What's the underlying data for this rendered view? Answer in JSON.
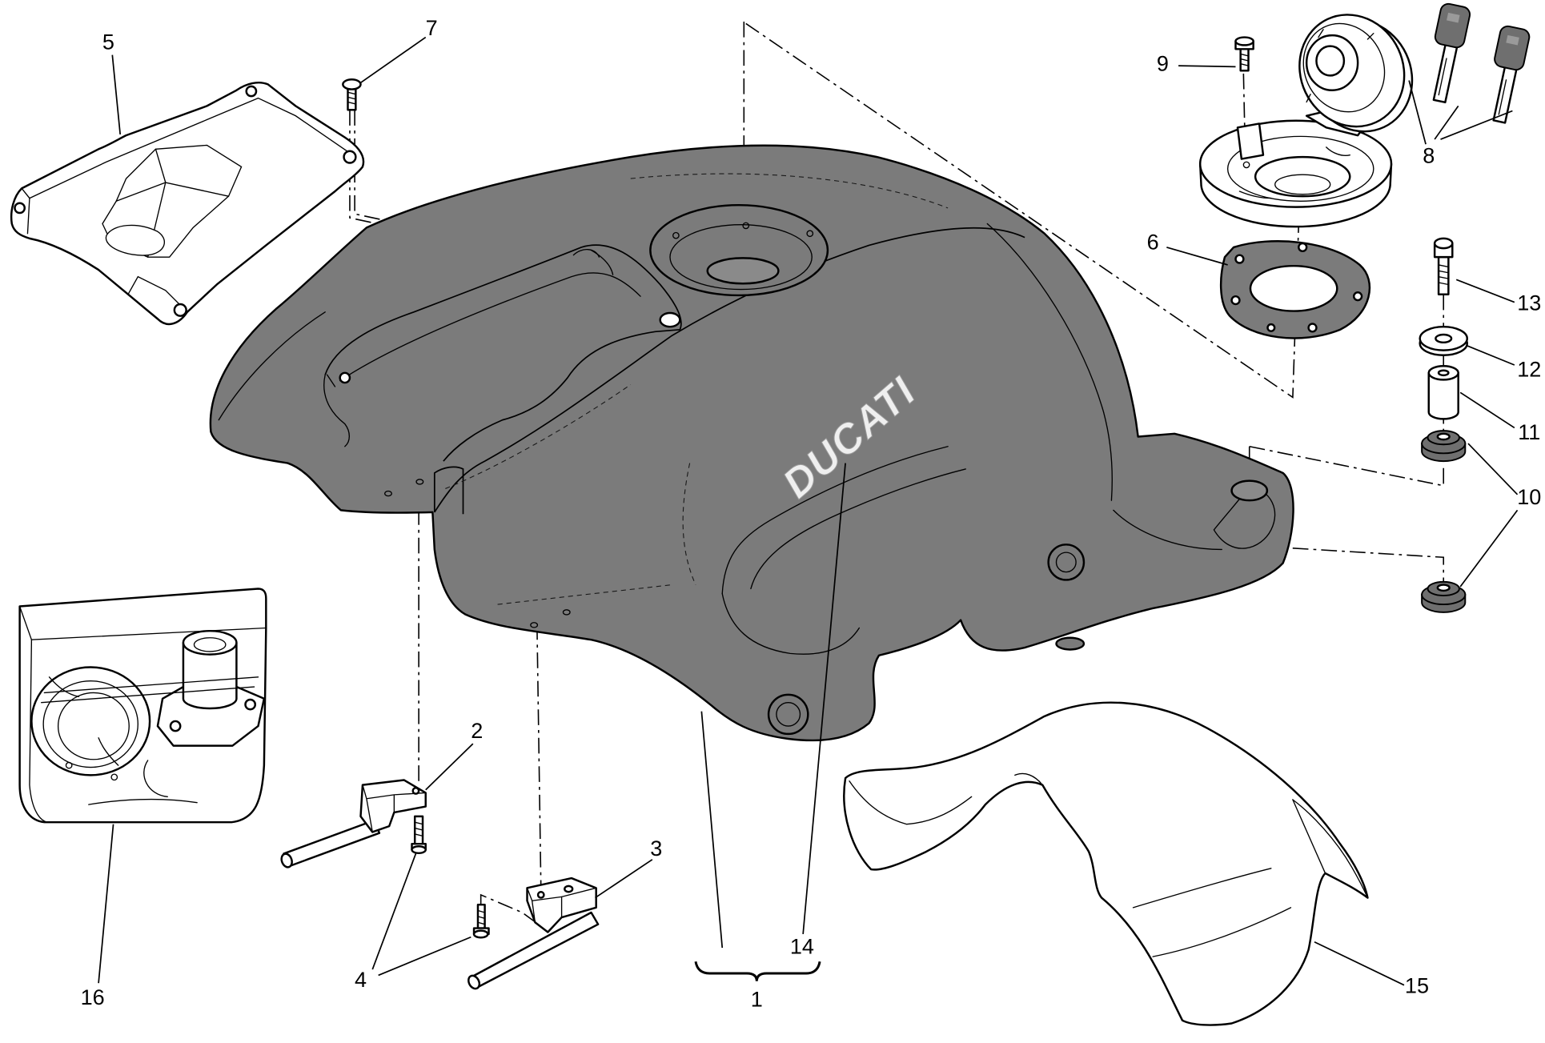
{
  "diagram": {
    "tank_logo": "DUCATI",
    "callouts": [
      "1",
      "2",
      "3",
      "4",
      "5",
      "6",
      "7",
      "8",
      "9",
      "10",
      "11",
      "12",
      "13",
      "14",
      "15",
      "16"
    ]
  },
  "colors": {
    "background": "#ffffff",
    "outline": "#000000",
    "tank_fill": "#7b7b7b",
    "parts_fill": "#ffffff"
  }
}
